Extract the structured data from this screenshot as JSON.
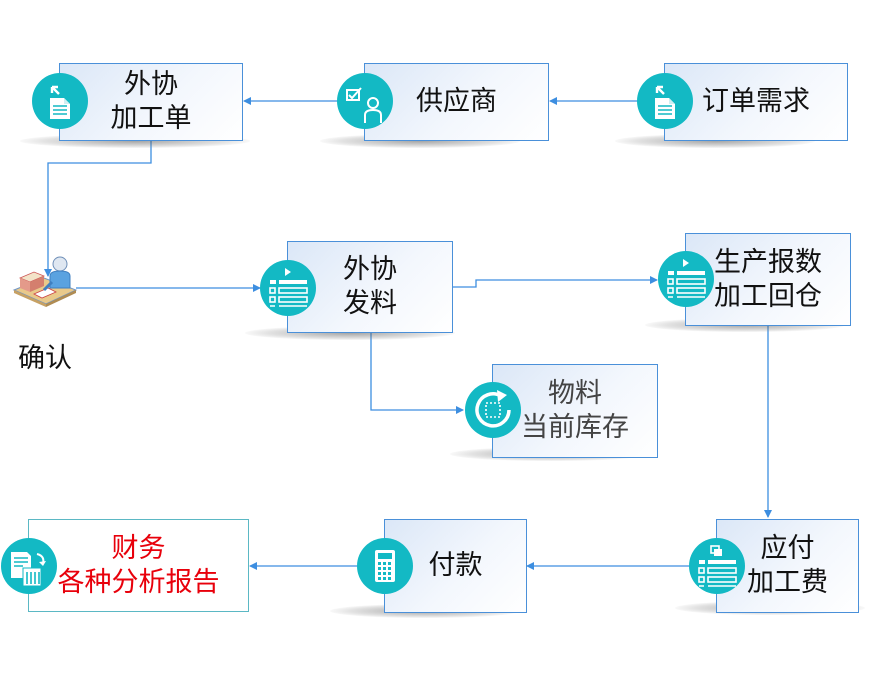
{
  "title": "外协加工流程",
  "colors": {
    "connector": "#3d8ee0",
    "icon_bg": "#13b9c4",
    "box_border": "#4a90d9",
    "highlight_text": "#e8000b"
  },
  "nodes": {
    "outsource_order": {
      "lines": [
        "外协",
        "加工单"
      ],
      "icon": "document-arrow-icon"
    },
    "supplier": {
      "lines": [
        "供应商"
      ],
      "icon": "supplier-check-icon"
    },
    "order_demand": {
      "lines": [
        "订单需求"
      ],
      "icon": "document-arrow-icon"
    },
    "confirm": {
      "label": "确认",
      "icon": "worker-desk-icon"
    },
    "outsource_issue": {
      "lines": [
        "外协",
        "发料"
      ],
      "icon": "list-form-icon"
    },
    "production_report": {
      "lines": [
        "生产报数",
        "加工回仓"
      ],
      "icon": "list-form-icon"
    },
    "material_stock": {
      "lines": [
        "物料",
        "当前库存"
      ],
      "icon": "refresh-box-icon"
    },
    "payable_fee": {
      "lines": [
        "应付",
        "加工费"
      ],
      "icon": "list-copy-icon"
    },
    "payment": {
      "lines": [
        "付款"
      ],
      "icon": "calculator-icon"
    },
    "finance_reports": {
      "lines": [
        "财务",
        "各种分析报告"
      ],
      "icon": "report-chart-icon"
    }
  },
  "edges": [
    {
      "from": "order_demand",
      "to": "supplier"
    },
    {
      "from": "supplier",
      "to": "outsource_order"
    },
    {
      "from": "outsource_order",
      "to": "confirm"
    },
    {
      "from": "confirm",
      "to": "outsource_issue"
    },
    {
      "from": "outsource_issue",
      "to": "production_report"
    },
    {
      "from": "outsource_issue",
      "to": "material_stock"
    },
    {
      "from": "production_report",
      "to": "payable_fee"
    },
    {
      "from": "payable_fee",
      "to": "payment"
    },
    {
      "from": "payment",
      "to": "finance_reports"
    }
  ]
}
